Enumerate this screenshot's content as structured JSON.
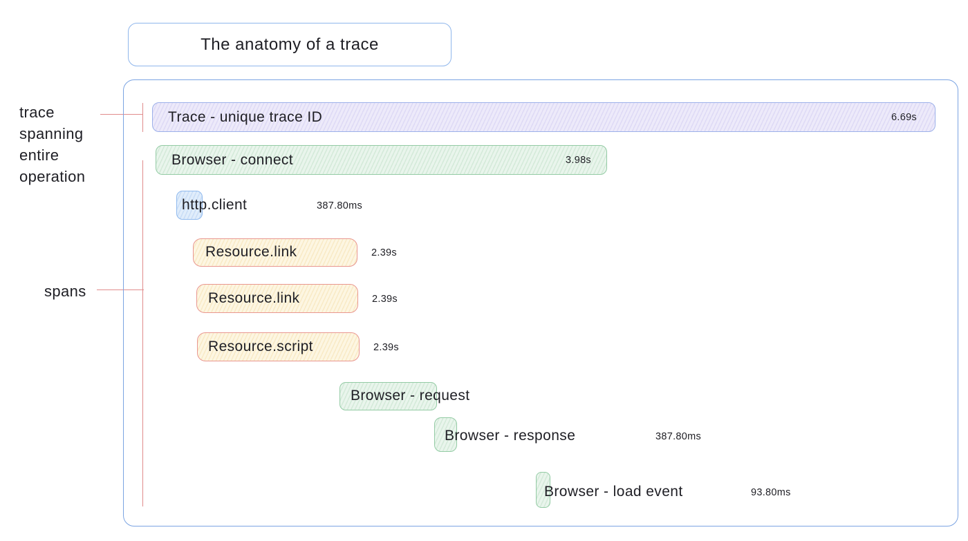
{
  "title": {
    "text": "The anatomy of a trace"
  },
  "annotations": {
    "trace": {
      "lines": [
        "trace",
        "spanning",
        "entire",
        "operation"
      ]
    },
    "spans": {
      "label": "spans"
    }
  },
  "trace_bar": {
    "label": "Trace - unique trace ID",
    "duration": "6.69s"
  },
  "spans": [
    {
      "label": "Browser - connect",
      "duration": "3.98s",
      "color": "green"
    },
    {
      "label": "http.client",
      "duration": "387.80ms",
      "color": "blue"
    },
    {
      "label": "Resource.link",
      "duration": "2.39s",
      "color": "yellow"
    },
    {
      "label": "Resource.link",
      "duration": "2.39s",
      "color": "yellow"
    },
    {
      "label": "Resource.script",
      "duration": "2.39s",
      "color": "yellow"
    },
    {
      "label": "Browser - request",
      "duration": "",
      "color": "green"
    },
    {
      "label": "Browser - response",
      "duration": "387.80ms",
      "color": "green"
    },
    {
      "label": "Browser - load event",
      "duration": "93.80ms",
      "color": "green"
    }
  ],
  "colors": {
    "trace_fill": "#edeafa",
    "trace_border": "#9cb0e9",
    "green_fill": "#e9f5ec",
    "green_border": "#93cba4",
    "blue_fill": "#e0edfb",
    "blue_border": "#8fb9ee",
    "yellow_fill": "#fdf6e2",
    "yellow_border": "#e9968f",
    "frame_border": "#7aa3e2",
    "connector_red": "#e08b8b",
    "text": "#1e1e24"
  }
}
